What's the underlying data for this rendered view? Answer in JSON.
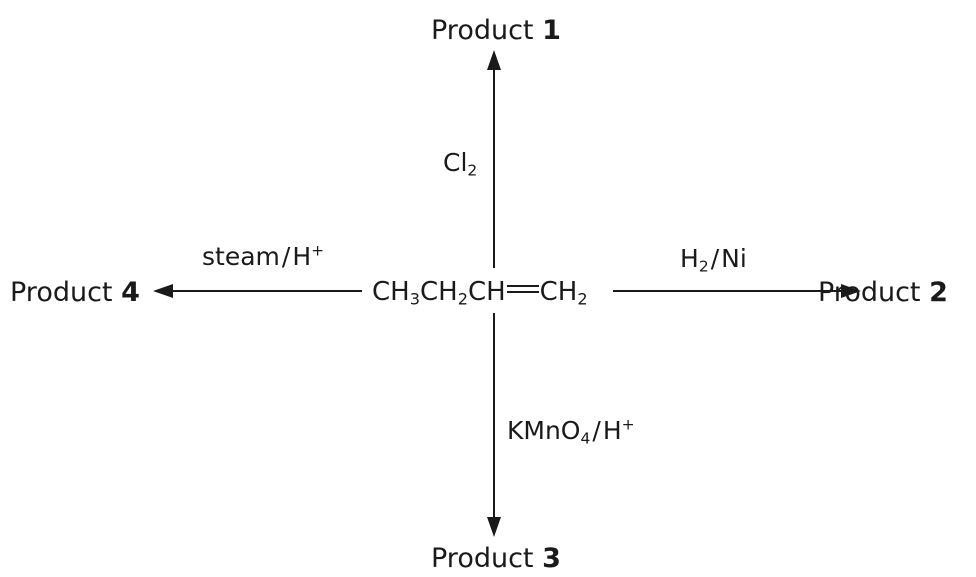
{
  "reactant": {
    "parts": [
      "CH",
      "3",
      "CH",
      "2",
      "CH",
      "CH",
      "2"
    ]
  },
  "products": {
    "p1": {
      "word": "Product",
      "num": "1"
    },
    "p2": {
      "word": "Product",
      "num": "2"
    },
    "p3": {
      "word": "Product",
      "num": "3"
    },
    "p4": {
      "word": "Product",
      "num": "4"
    }
  },
  "conditions": {
    "up": {
      "element": "Cl",
      "sub": "2"
    },
    "right": {
      "a": "H",
      "a_sub": "2",
      "slash": "/",
      "b": "Ni"
    },
    "down": {
      "a": "KMnO",
      "a_sub": "4",
      "slash": "/",
      "b": "H",
      "b_sup": "+"
    },
    "left": {
      "a": "steam",
      "slash": "/",
      "b": "H",
      "b_sup": "+"
    }
  }
}
